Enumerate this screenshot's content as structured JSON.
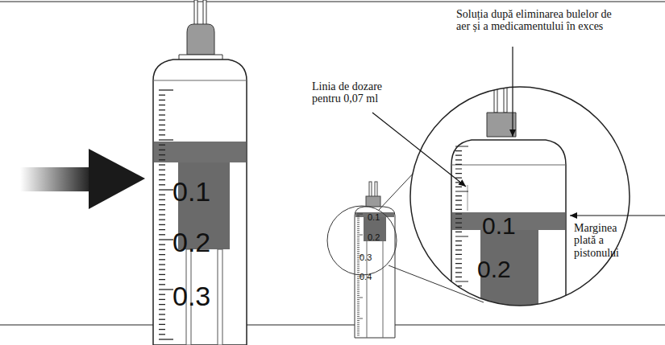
{
  "diagram": {
    "labels": [
      "Soluția după eliminarea bulelor de aer și a medicamentului în exces",
      "Linia de dozare pentru 0,07 ml",
      "Marginea plată a pistonului",
      "0.1",
      "0.2",
      "0.3",
      "0.1",
      "0.2",
      "0.3",
      "0.4",
      "0.1",
      "0.2"
    ]
  }
}
